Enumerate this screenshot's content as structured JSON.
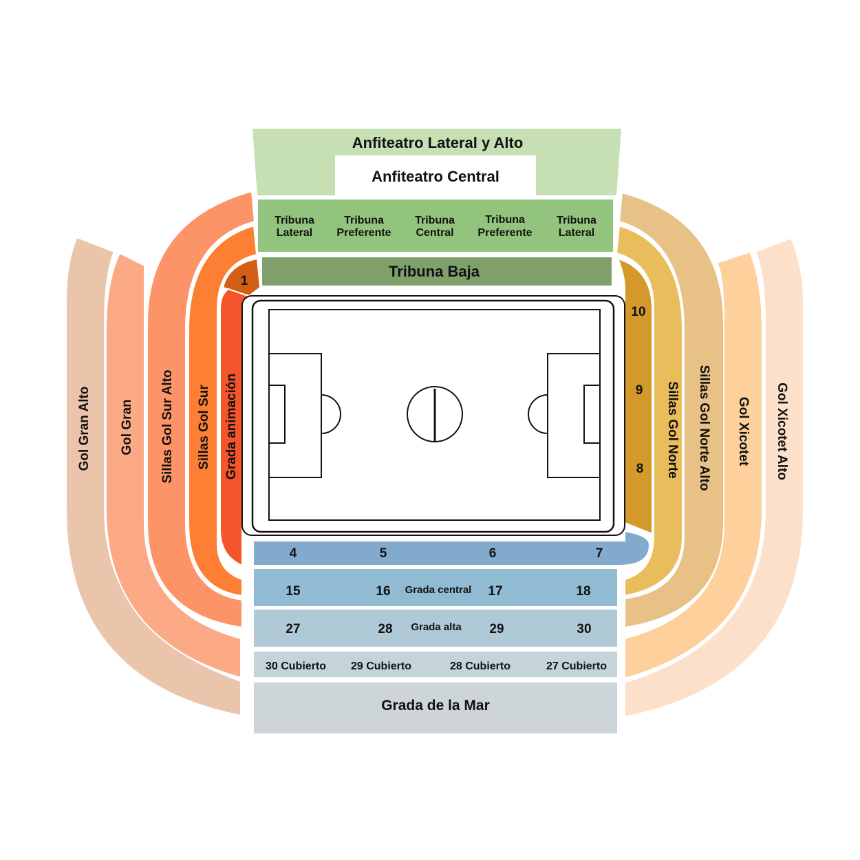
{
  "colors": {
    "anfiteatro_lateral": "#c6e0b4",
    "tribuna_alta": "#93c47d",
    "tribuna_baja": "#7f9f6b",
    "zone_1": "#d25f14",
    "grada_animacion": "#f4552c",
    "sillas_gol_sur": "#fc7f33",
    "sillas_gol_sur_alto": "#fd9468",
    "gol_gran": "#fca985",
    "gol_gran_alto": "#ebc5ab",
    "zones_8_10": "#d4992b",
    "sillas_gol_norte": "#e9bd5c",
    "sillas_gol_norte_alto": "#e8c186",
    "gol_xicotet": "#fdd09c",
    "gol_xicotet_alto": "#fde0c9",
    "grada_baja": "#82aacd",
    "grada_central": "#90bbd2",
    "grada_alta": "#b0c9d6",
    "cubierto": "#c5d4da",
    "grada_mar": "#cdd5d9"
  },
  "sections": {
    "anfiteatro_lateral_alto": "Anfiteatro Lateral y Alto",
    "anfiteatro_central": "Anfiteatro Central",
    "tribunas": [
      {
        "line1": "Tribuna",
        "line2": "Lateral"
      },
      {
        "line1": "Tribuna",
        "line2": "Preferente"
      },
      {
        "line1": "Tribuna",
        "line2": "Central"
      },
      {
        "line1": "Tribuna",
        "line2": "Preferente"
      },
      {
        "line1": "Tribuna",
        "line2": "Lateral"
      }
    ],
    "tribuna_baja": "Tribuna Baja",
    "zone_1": "1",
    "grada_animacion": "Grada animación",
    "sillas_gol_sur": "Sillas Gol Sur",
    "sillas_gol_sur_alto": "Sillas Gol Sur Alto",
    "gol_gran": "Gol Gran",
    "gol_gran_alto": "Gol Gran Alto",
    "zone_10": "10",
    "zone_9": "9",
    "zone_8": "8",
    "sillas_gol_norte": "Sillas Gol Norte",
    "sillas_gol_norte_alto": "Sillas Gol Norte Alto",
    "gol_xicotet": "Gol Xicotet",
    "gol_xicotet_alto": "Gol Xicotet Alto",
    "grada_baja_numbers": [
      "4",
      "5",
      "6",
      "7"
    ],
    "grada_central": {
      "label": "Grada central",
      "numbers": [
        "15",
        "16",
        "17",
        "18"
      ]
    },
    "grada_alta": {
      "label": "Grada alta",
      "numbers": [
        "27",
        "28",
        "29",
        "30"
      ]
    },
    "cubierto": [
      "30 Cubierto",
      "29 Cubierto",
      "28 Cubierto",
      "27 Cubierto"
    ],
    "grada_de_la_mar": "Grada de la Mar"
  }
}
